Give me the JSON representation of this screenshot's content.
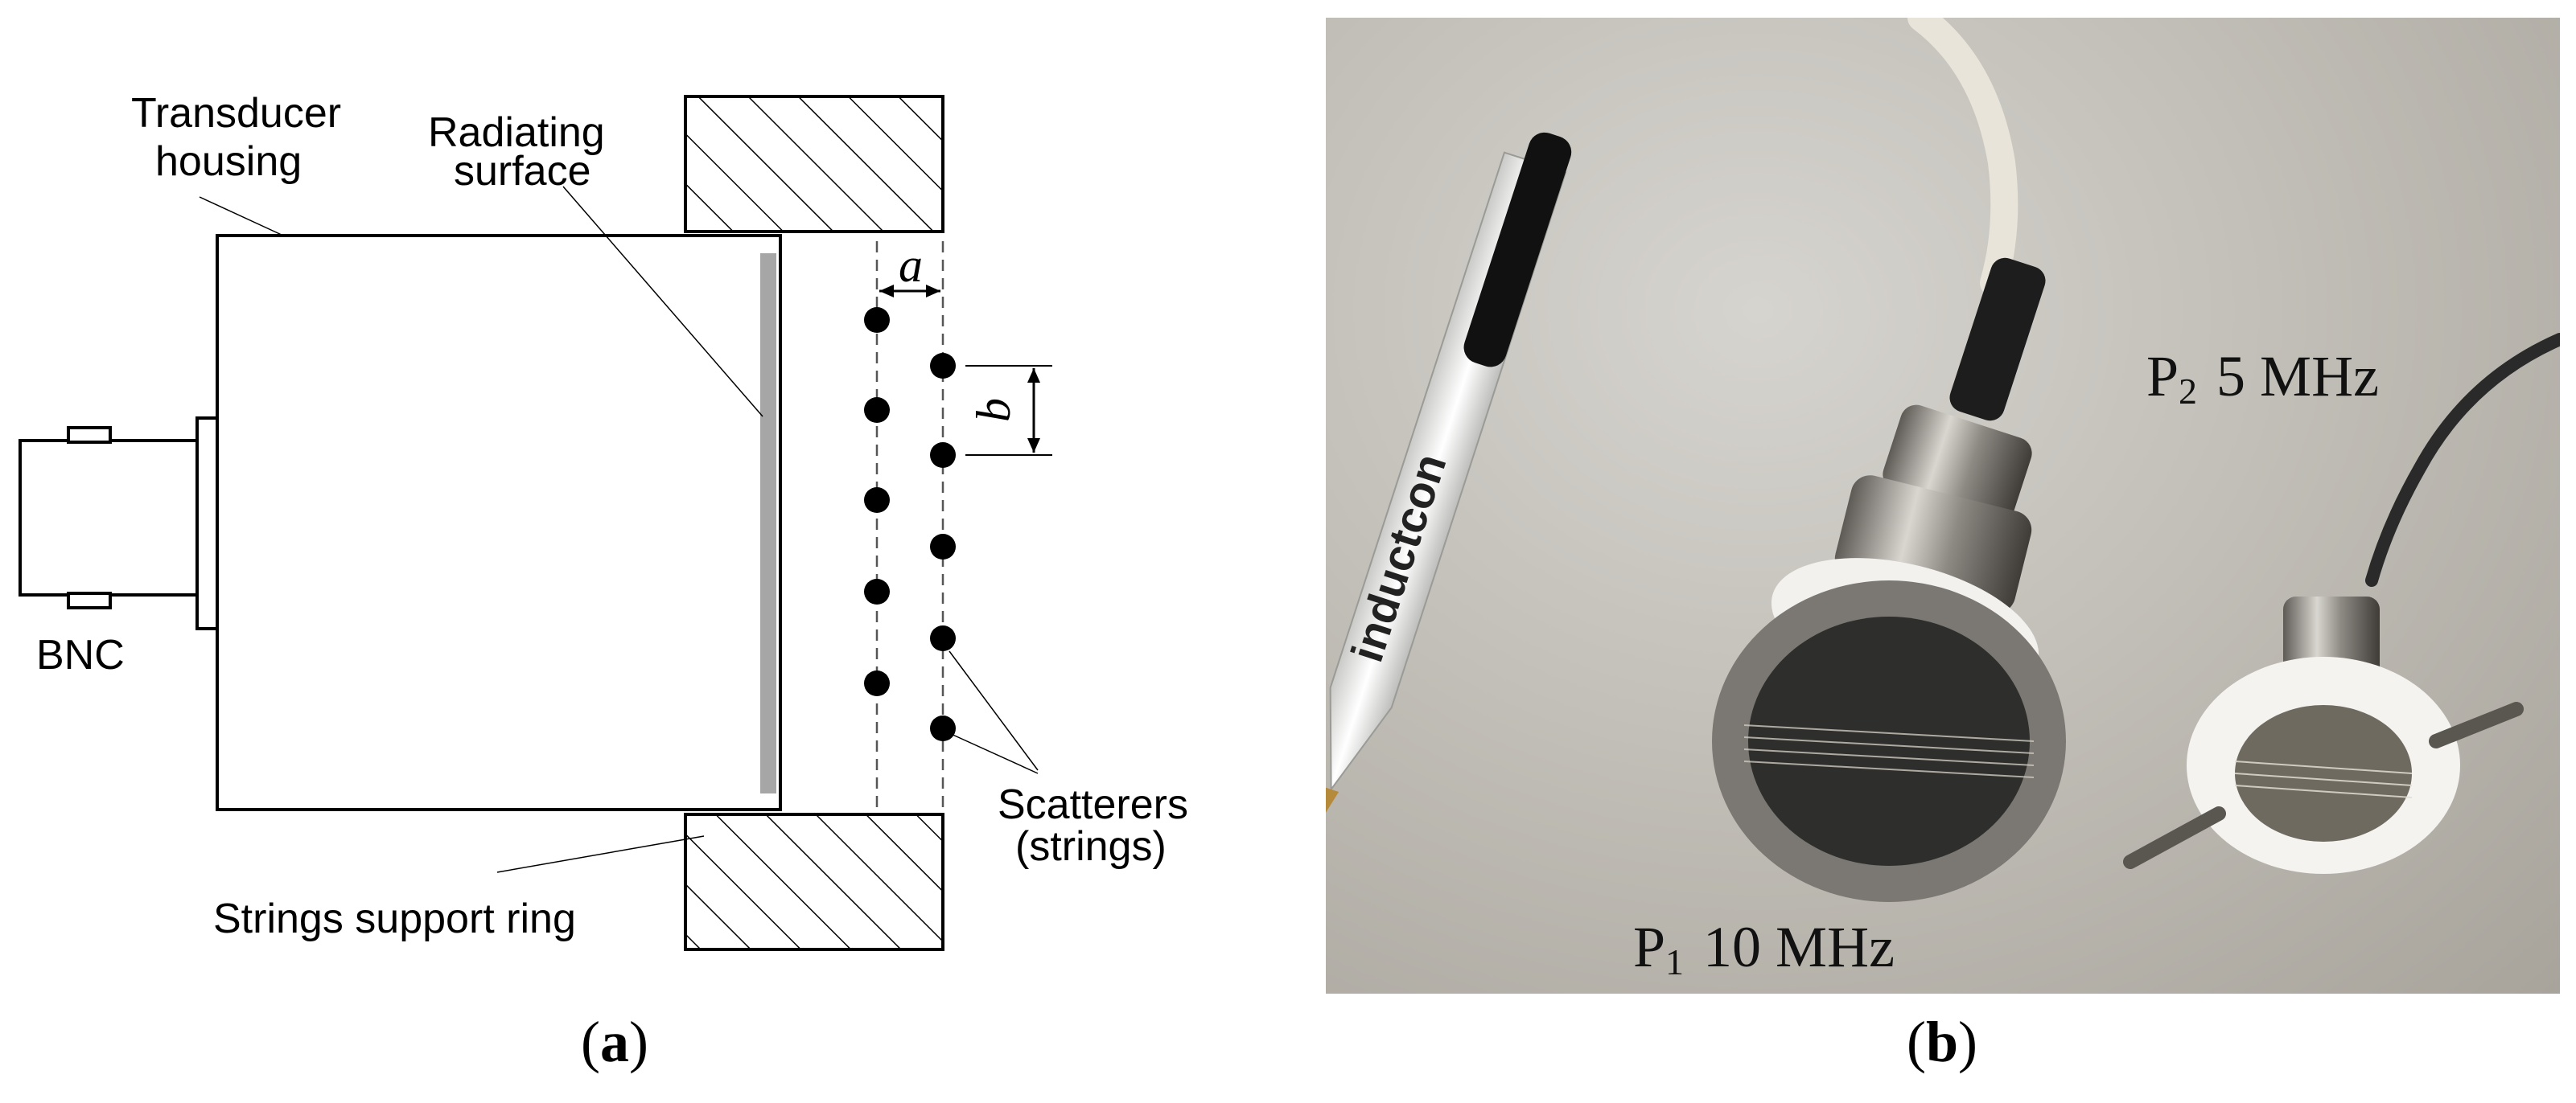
{
  "panel_a": {
    "sublabel_open": "(",
    "sublabel_letter": "a",
    "sublabel_close": ")",
    "labels": {
      "transducer_line1": "Transducer",
      "transducer_line2": "housing",
      "radiating_line1": "Radiating",
      "radiating_line2": "surface",
      "bnc": "BNC",
      "scatterers_line1": "Scatterers",
      "scatterers_line2": "(strings)",
      "support_ring": "Strings support ring",
      "dim_a": "a",
      "dim_b": "b"
    }
  },
  "panel_b": {
    "sublabel_open": "(",
    "sublabel_letter": "b",
    "sublabel_close": ")",
    "pen_brand": "inductcon",
    "probe1_name": "P",
    "probe1_sub": "1",
    "probe1_freq": "10 MHz",
    "probe2_name": "P",
    "probe2_sub": "2",
    "probe2_freq": "5 MHz"
  },
  "colors": {
    "line": "#000000",
    "radiating_surface": "#a6a6a6",
    "dashed": "#555555"
  }
}
